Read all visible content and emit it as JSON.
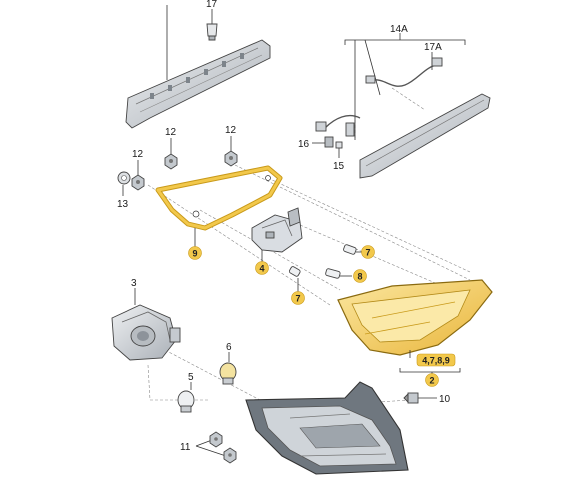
{
  "diagram": {
    "callouts": [
      {
        "id": "c17",
        "text": "17"
      },
      {
        "id": "c14A",
        "text": "14A"
      },
      {
        "id": "c17A",
        "text": "17A"
      },
      {
        "id": "c16",
        "text": "16"
      },
      {
        "id": "c15",
        "text": "15"
      },
      {
        "id": "c12a",
        "text": "12"
      },
      {
        "id": "c12b",
        "text": "12"
      },
      {
        "id": "c12c",
        "text": "12"
      },
      {
        "id": "c13",
        "text": "13"
      },
      {
        "id": "c3",
        "text": "3"
      },
      {
        "id": "c6",
        "text": "6"
      },
      {
        "id": "c5",
        "text": "5"
      },
      {
        "id": "c11",
        "text": "11"
      },
      {
        "id": "c10",
        "text": "10"
      }
    ],
    "badges": [
      {
        "id": "b9",
        "text": "9"
      },
      {
        "id": "b4",
        "text": "4"
      },
      {
        "id": "b7a",
        "text": "7"
      },
      {
        "id": "b8",
        "text": "8"
      },
      {
        "id": "b7b",
        "text": "7"
      },
      {
        "id": "b4789",
        "text": "4,7,8,9"
      },
      {
        "id": "b2",
        "text": "2"
      }
    ],
    "colors": {
      "highlight": "#f2c84b",
      "highlight_stroke": "#c99a1a",
      "part_fill": "#d9dde2",
      "part_dark": "#9aa1a8",
      "line": "#333333"
    }
  }
}
